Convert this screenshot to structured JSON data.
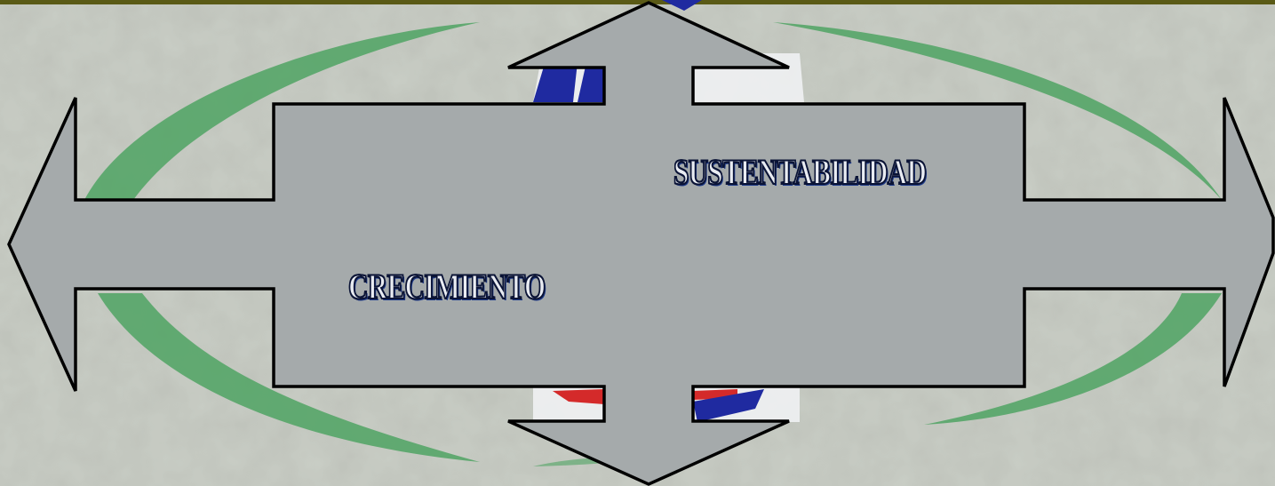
{
  "diagram": {
    "labels": {
      "sustainability": "SUSTENTABILIDAD",
      "growth": "CRECIMIENTO"
    },
    "colors": {
      "arrow_fill": "#a5aaab",
      "arrow_stroke": "#000000",
      "ring_green": "#4fa363",
      "background": "#b9bdb5",
      "top_bar": "#5a5a16",
      "flag_blue": "#1f2aa0",
      "flag_red": "#d42a2a"
    },
    "arrows": [
      "left",
      "right",
      "up",
      "down"
    ]
  }
}
